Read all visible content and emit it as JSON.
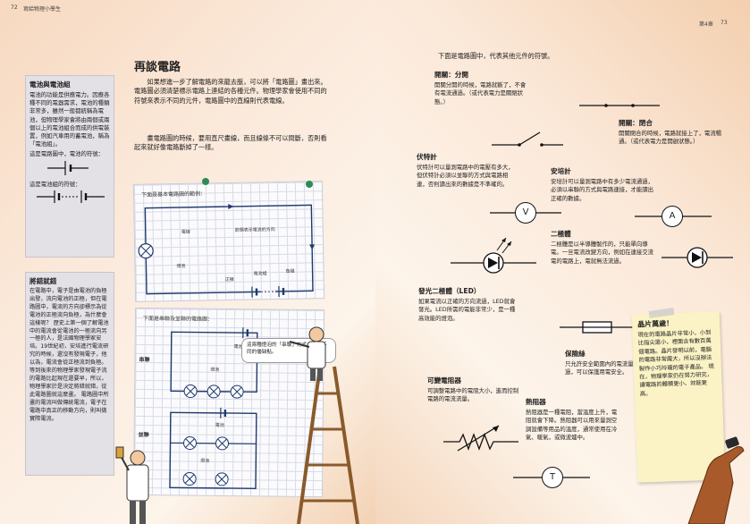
{
  "left_page": {
    "page_number": "72",
    "running_title": "寫給物理小學生",
    "title": "再談電路",
    "intro": "如果想進一步了解電路的來龍去脈，可以將「電路圖」畫出來。電路圖必須清楚標示電路上連結的各種元件。物理學家會使用不同的符號來表示不同的元件，電路圖中的直線則代表電線。",
    "intro2": "畫電路圖的時候，要用直尺畫線，而且線條不可以間斷，否則看起來就好像電路斷掉了一樣。",
    "battery_box": {
      "title": "電池與電池組",
      "text": "電池的功能是供應電力。因應各種不同的電器需求，電池的種類非常多，雖然一般都統稱為電池，但物理學家會將由兩個或兩個以上的電池組合而成的供電裝置，例如汽車用的蓄電池，稱為「電池組」。",
      "symbol_caption": "這是電路圖中，電池的符號：",
      "group_caption": "這是電池組的符號："
    },
    "current_box": {
      "title": "將錯就錯",
      "text": "在電路中，電子是由電池的負極出發，流向電池的正極，但在電路圖中，電流的方向卻標示為從電池的正極流向負極，為什麼會這樣呢？ 歷史上第一個了解電池中的電流會從電池的一極流向另一極的人，是法國物理學家安培。19世紀初，安培進行電流研究的時候，還沒有發現電子，他以為，電流會從正極流到負極。 等到後來的物理學家發現電子流的電路比起現在還要早，所以，物理學家於是決定將錯就錯，從此電路圖就這麼畫。 電路圖中所畫的電流叫做傳統電流，電子在電路中真正的移動方向，則叫做實際電流。"
    },
    "diagram_basic": {
      "caption": "下面是基本電路圖的範例：",
      "labels": [
        "電線",
        "燈泡",
        "箭頭表示電流的方向",
        "正極",
        "電池組",
        "負極"
      ]
    },
    "diagram_series": {
      "caption": "下面是串聯及並聯的電路圖：",
      "series": "串聯",
      "parallel": "並聯",
      "labels": [
        "電池",
        "燈泡",
        "電池",
        "燈泡"
      ]
    },
    "speech_bubble": "這兩種燈泡的「串聯」方式，各有不同的優缺點。"
  },
  "right_page": {
    "page_number": "73",
    "running_title": "第4章",
    "intro": "下面是電路圖中，代表其他元件的符號。",
    "switch_open": {
      "title": "開關：分開",
      "text": "開關分開的時候，電路就斷了，不會有電流通過。（或代表電力是關閉狀態。）"
    },
    "switch_closed": {
      "title": "開關：閉合",
      "text": "開關閉合的時候，電路就接上了，電流暢通。（或代表電力是開啟狀態。）"
    },
    "voltmeter": {
      "title": "伏特計",
      "text": "伏特計可以量測電路中的電壓有多大，但伏特計必須以並聯的方式與電路相連，否則讀出來的數據是不準確的。",
      "symbol": "V"
    },
    "ammeter": {
      "title": "安培計",
      "text": "安培計可以量測電路中有多少電流通過，必須以串聯的方式與電路連接，才能讀出正確的數據。",
      "symbol": "A"
    },
    "diode": {
      "title": "二極體",
      "text": "二極體是以半導體製作的，只能單向導電。一旦電流改變方向，例如在連接交流電的電路上，電就無法流過。"
    },
    "led": {
      "title": "發光二極體（LED）",
      "text": "如果電流以正確的方向流過，LED就會發光。LED所需的電能非常少，是一種高效能的燈泡。"
    },
    "fuse": {
      "title": "保險絲",
      "text": "只允許安全範圍內的電流量通過，可以保護用電安全。"
    },
    "variable_resistor": {
      "title": "可變電阻器",
      "text": "可調整電路中的電阻大小，進而控制電路的電流流量。"
    },
    "thermistor": {
      "title": "熱阻器",
      "text": "熱阻器是一種電阻，當溫度上升，電阻就會下降。熱阻器可以用來量測空調設備等用品的溫度，通常使用在冷氣、暖氣，或微波爐中。",
      "symbol": "T"
    },
    "chip_note": {
      "title": "晶片萬歲！",
      "text": "現在的電路晶片非常小，小到比指尖還小，裡面含有數百萬個電路。晶片發明以前，電腦的電路非常龐大，所以沒辦法製作小巧玲瓏的電子產品。 現在，物理學家仍在努力研究，讓電路的體積更小、效能更高。"
    }
  },
  "colors": {
    "circuit": "#1f3a6e",
    "card": "#e3e0e6",
    "note_bg": "#fbf3c6",
    "title": "#111111"
  }
}
